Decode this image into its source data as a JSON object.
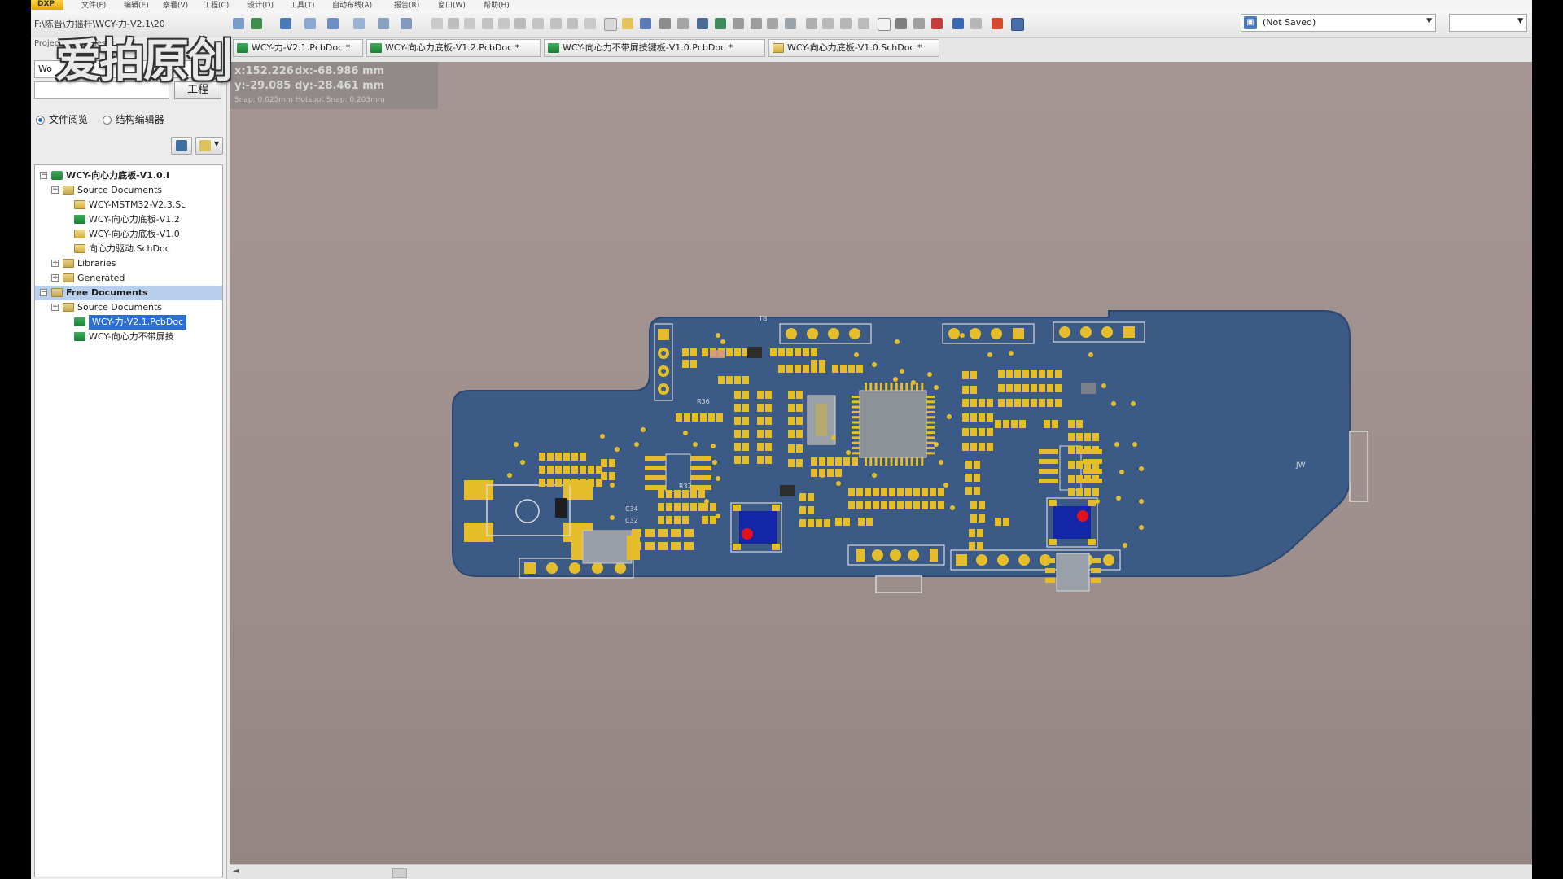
{
  "menubar": {
    "app_menu": "DXP",
    "items": [
      "文件(F)",
      "编辑(E)",
      "察看(V)",
      "工程(C)",
      "设计(D)",
      "工具(T)",
      "自动布线(A)",
      "报告(R)",
      "窗口(W)",
      "帮助(H)"
    ]
  },
  "toolbar": {
    "path": "F:\\陈晋\\力摇杆\\WCY-力-V2.1\\20",
    "doc_status": "(Not Saved)"
  },
  "panel": {
    "tabs": [
      "Projects",
      "Files"
    ],
    "workspace_value": "Wo",
    "project_button": "工程",
    "radio_file_view": "文件阅览",
    "radio_struct_editor": "结构编辑器",
    "tree": [
      {
        "label": "WCY-向心力底板-V1.0.I",
        "level": 0,
        "icon": "proj",
        "expander": "−",
        "bold": true
      },
      {
        "label": "Source Documents",
        "level": 1,
        "icon": "folder",
        "expander": "−"
      },
      {
        "label": "WCY-MSTM32-V2.3.Sc",
        "level": 2,
        "icon": "sch"
      },
      {
        "label": "WCY-向心力底板-V1.2",
        "level": 2,
        "icon": "pcb"
      },
      {
        "label": "WCY-向心力底板-V1.0",
        "level": 2,
        "icon": "sch"
      },
      {
        "label": "向心力驱动.SchDoc",
        "level": 2,
        "icon": "sch"
      },
      {
        "label": "Libraries",
        "level": 1,
        "icon": "folder",
        "expander": "+"
      },
      {
        "label": "Generated",
        "level": 1,
        "icon": "folder",
        "expander": "+"
      },
      {
        "label": "Free Documents",
        "level": 0,
        "icon": "folder",
        "expander": "−",
        "bold": true,
        "highlight": "soft"
      },
      {
        "label": "Source Documents",
        "level": 1,
        "icon": "folder",
        "expander": "−"
      },
      {
        "label": "WCY-力-V2.1.PcbDoc",
        "level": 2,
        "icon": "pcb",
        "highlight": "selected"
      },
      {
        "label": "WCY-向心力不带屏技",
        "level": 2,
        "icon": "pcb"
      }
    ]
  },
  "doc_tabs": [
    {
      "label": "WCY-力-V2.1.PcbDoc *",
      "icon": "pcb"
    },
    {
      "label": "WCY-向心力底板-V1.2.PcbDoc *",
      "icon": "pcb"
    },
    {
      "label": "WCY-向心力不带屏技键板-V1.0.PcbDoc *",
      "icon": "pcb"
    },
    {
      "label": "WCY-向心力底板-V1.0.SchDoc *",
      "icon": "sch"
    }
  ],
  "hud": {
    "x": "x:152.226",
    "dx": "dx:-68.986 mm",
    "y": "y:-29.085",
    "dy": "dy:-28.461 mm",
    "snap": "Snap: 0.025mm Hotspot Snap: 0.203mm"
  },
  "watermark": "爱拍原创",
  "pcb_labels": {
    "c34": "C34",
    "c32": "C32",
    "r32": "R32",
    "r36": "R36",
    "jw": "JW",
    "tb": "TB"
  },
  "colors": {
    "board": "#3b5a86",
    "pad": "#e5bd2a",
    "silk": "#d9d9d9",
    "canvas": "#a29491",
    "selection": "#2a6fd1"
  }
}
